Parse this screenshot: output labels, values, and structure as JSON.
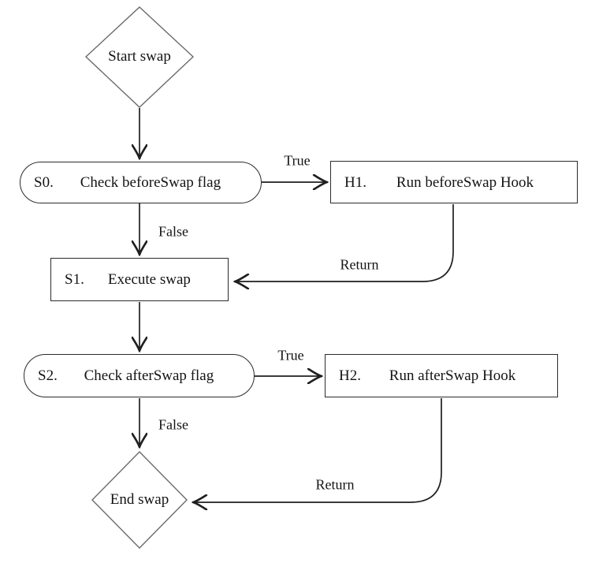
{
  "diagram": {
    "type": "flowchart",
    "nodes": {
      "start": {
        "label": "Start swap",
        "shape": "diamond"
      },
      "s0": {
        "id": "S0.",
        "label": "Check beforeSwap flag",
        "shape": "stadium"
      },
      "h1": {
        "id": "H1.",
        "label": "Run beforeSwap Hook",
        "shape": "rect"
      },
      "s1": {
        "id": "S1.",
        "label": "Execute swap",
        "shape": "rect"
      },
      "s2": {
        "id": "S2.",
        "label": "Check afterSwap flag",
        "shape": "stadium"
      },
      "h2": {
        "id": "H2.",
        "label": "Run afterSwap Hook",
        "shape": "rect"
      },
      "end": {
        "label": "End swap",
        "shape": "diamond"
      }
    },
    "edges": {
      "start_s0": {
        "from": "start",
        "to": "s0",
        "label": ""
      },
      "s0_h1": {
        "from": "s0",
        "to": "h1",
        "label": "True"
      },
      "s0_s1": {
        "from": "s0",
        "to": "s1",
        "label": "False"
      },
      "h1_s1": {
        "from": "h1",
        "to": "s1",
        "label": "Return"
      },
      "s1_s2": {
        "from": "s1",
        "to": "s2",
        "label": ""
      },
      "s2_h2": {
        "from": "s2",
        "to": "h2",
        "label": "True"
      },
      "s2_end": {
        "from": "s2",
        "to": "end",
        "label": "False"
      },
      "h2_end": {
        "from": "h2",
        "to": "end",
        "label": "Return"
      }
    },
    "colors": {
      "background": "#ffffff",
      "line": "#1f1f1f",
      "diamond_stroke": "#6b6b6b",
      "box_stroke": "#2b2b2b",
      "text": "#141414"
    }
  }
}
